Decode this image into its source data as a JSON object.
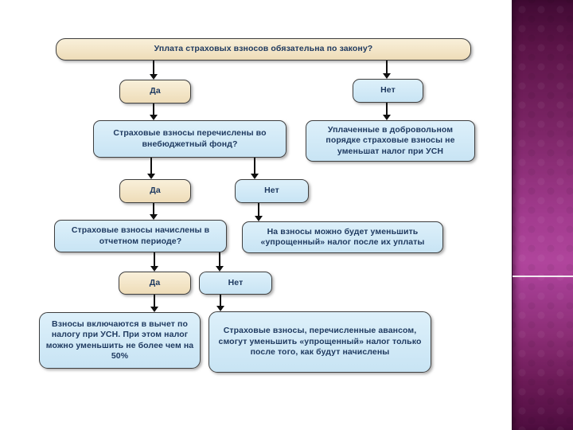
{
  "slide": {
    "background_color": "#ffffff",
    "strip": {
      "top_color": "#400a33",
      "mid_color": "#b0459c",
      "bottom_color": "#4e0d3f",
      "divider_color": "#f2eaf1"
    },
    "colors": {
      "cream_fill": "#f3e6c8",
      "blue_fill": "#cfe8f7",
      "border": "#3f3f3f",
      "text": "#1f3a60",
      "arrow": "#101010"
    }
  },
  "flowchart": {
    "q1": "Уплата страховых взносов обязательна по закону?",
    "yes1": "Да",
    "no1": "Нет",
    "q2": "Страховые взносы перечислены во внебюджетный фонд?",
    "info_no1": "Уплаченные в добровольном порядке страховые взносы не уменьшат налог при УСН",
    "yes2": "Да",
    "no2": "Нет",
    "q3": "Страховые взносы начислены в отчетном периоде?",
    "info_no2": "На взносы можно будет уменьшить «упрощенный» налог после их уплаты",
    "yes3": "Да",
    "no3": "Нет",
    "result_yes": "Взносы включаются в вычет по налогу при УСН. При этом налог можно уменьшить не более чем на 50%",
    "result_no": "Страховые взносы, перечисленные авансом, смогут уменьшить «упрощенный» налог только после того, как будут начислены"
  }
}
